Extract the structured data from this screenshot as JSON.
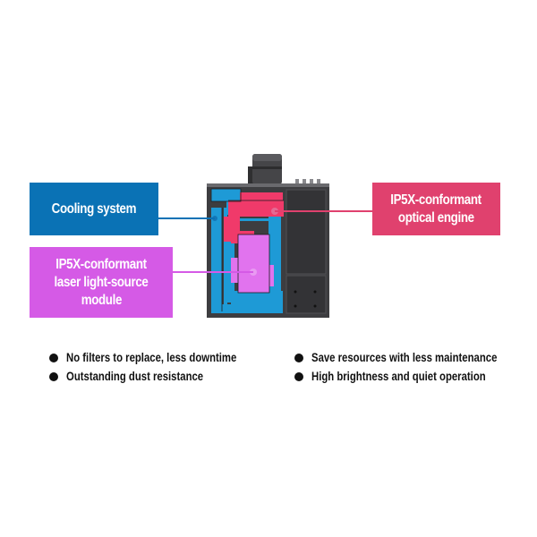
{
  "colors": {
    "cooling": "#0a72b5",
    "optical": "#e0416e",
    "laser": "#d55ae6",
    "body": "#3d3d40",
    "bullet_text": "#111111"
  },
  "callouts": {
    "cooling": {
      "lines": [
        "Cooling system"
      ]
    },
    "laser": {
      "lines": [
        "IP5X-conformant",
        "laser light-source",
        "module"
      ]
    },
    "optical": {
      "lines": [
        "IP5X-conformant",
        "optical engine"
      ]
    }
  },
  "features": {
    "left": [
      "No filters to replace, less downtime",
      "Outstanding dust resistance"
    ],
    "right": [
      "Save resources with less maintenance",
      "High brightness and quiet operation"
    ]
  }
}
